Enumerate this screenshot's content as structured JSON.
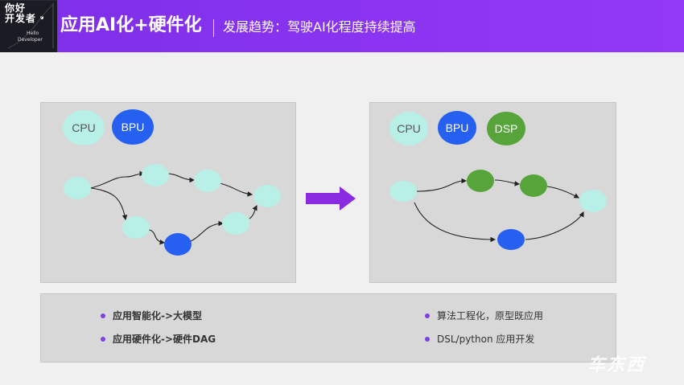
{
  "header": {
    "title": "应用AI化+硬件化",
    "subtitle": "发展趋势：驾驶AI化程度持续提高",
    "logo": {
      "cn_line1": "你好",
      "cn_line2": "开发者",
      "en_line1": "Hello",
      "en_line2": "Developer"
    }
  },
  "colors": {
    "header_bg": "#8b34f2",
    "node_light": "#b8efe6",
    "node_blue": "#2660f0",
    "node_green": "#56a43a",
    "panel_bg": "#d8d8d8",
    "arrow": "#8a2be2",
    "bullet": "#7b3fe4"
  },
  "diagram_left": {
    "legend": [
      "CPU",
      "BPU"
    ]
  },
  "diagram_right": {
    "legend": [
      "CPU",
      "BPU",
      "DSP"
    ]
  },
  "bullets": {
    "left": [
      "应用智能化->大模型",
      "应用硬件化->硬件DAG"
    ],
    "right": [
      "算法工程化，原型既应用",
      "DSL/python 应用开发"
    ]
  },
  "watermark": "车东西"
}
